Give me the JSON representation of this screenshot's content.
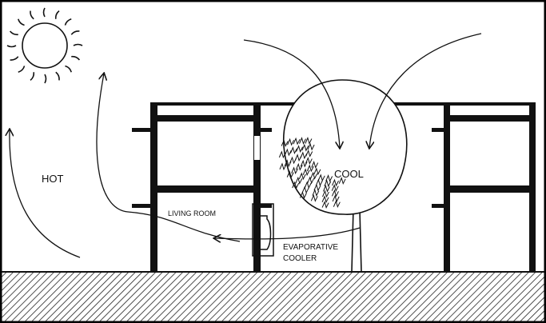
{
  "diagram": {
    "labels": {
      "hot": "HOT",
      "cool": "COOL",
      "living_room": "LIVING ROOM",
      "evaporative": "EVAPORATIVE",
      "cooler": "COOLER"
    },
    "colors": {
      "ink": "#111111",
      "paper": "#ffffff",
      "frame": "#000000"
    }
  }
}
